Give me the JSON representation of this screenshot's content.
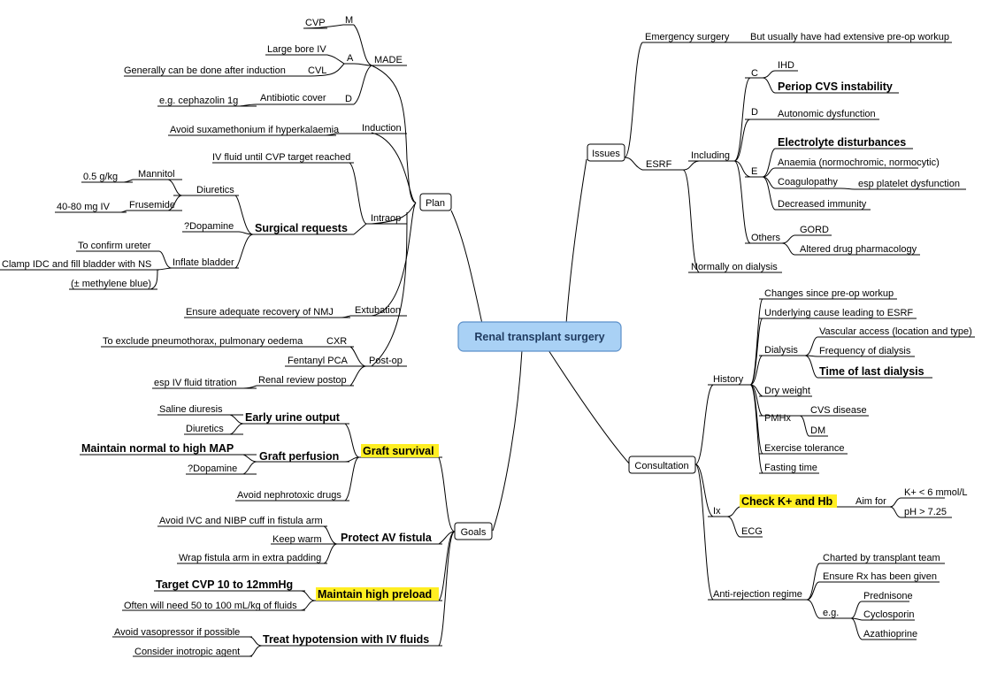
{
  "center": {
    "label": "Renal transplant surgery",
    "fill": "#a9d1f5",
    "stroke": "#5b8fc9"
  },
  "highlight_color": "#ffee22",
  "plan": {
    "label": "Plan",
    "made": {
      "label": "MADE",
      "m": {
        "letter": "M",
        "cvp": "CVP"
      },
      "a": {
        "letter": "A",
        "large_bore": "Large bore IV",
        "cvl": "CVL",
        "after_induction": "Generally can be done after induction"
      },
      "d": {
        "letter": "D",
        "antibiotic": "Antibiotic cover",
        "cephazolin": "e.g. cephazolin 1g"
      }
    },
    "induction": {
      "label": "Induction",
      "avoid_sux": "Avoid suxamethonium if hyperkalaemia"
    },
    "intraop": {
      "label": "Intraop",
      "iv_fluid": "IV fluid until CVP target reached",
      "surgical_requests": "Surgical requests",
      "diuretics": "Diuretics",
      "mannitol": "Mannitol",
      "mannitol_dose": "0.5 g/kg",
      "frusemide": "Frusemide",
      "frusemide_dose": "40-80 mg IV",
      "dopamine": "?Dopamine",
      "inflate_bladder": "Inflate bladder",
      "confirm_ureter": "To confirm ureter",
      "clamp_idc": "Clamp IDC and fill bladder with NS",
      "methylene": "(± methylene blue)"
    },
    "extubation": {
      "label": "Extubation",
      "nmj": "Ensure adequate recovery of NMJ"
    },
    "postop": {
      "label": "Post-op",
      "cxr": "CXR",
      "cxr_note": "To exclude pneumothorax, pulmonary oedema",
      "fentanyl": "Fentanyl PCA",
      "renal_review": "Renal review postop",
      "titration": "esp IV fluid titration"
    }
  },
  "goals": {
    "label": "Goals",
    "graft_survival": {
      "label": "Graft survival",
      "early_urine": "Early urine output",
      "saline": "Saline diuresis",
      "diuretics": "Diuretics",
      "perfusion": "Graft perfusion",
      "map": "Maintain normal to high MAP",
      "dopamine": "?Dopamine",
      "nephrotoxic": "Avoid nephrotoxic drugs"
    },
    "av_fistula": {
      "label": "Protect AV fistula",
      "avoid_ivc": "Avoid IVC and NIBP cuff in fistula arm",
      "warm": "Keep warm",
      "wrap": "Wrap fistula arm in extra padding"
    },
    "preload": {
      "label": "Maintain high preload",
      "cvp_target": "Target CVP 10 to 12mmHg",
      "fluids": "Often will need 50 to 100 mL/kg of fluids"
    },
    "hypotension": {
      "label": "Treat hypotension with IV fluids",
      "vasopressor": "Avoid vasopressor if possible",
      "inotropic": "Consider inotropic agent"
    }
  },
  "issues": {
    "label": "Issues",
    "emergency": "Emergency surgery",
    "emergency_note": "But usually have had extensive pre-op workup",
    "esrf": "ESRF",
    "including": "Including",
    "c": {
      "letter": "C",
      "ihd": "IHD",
      "periop_cvs": "Periop CVS instability"
    },
    "d": {
      "letter": "D",
      "autonomic": "Autonomic dysfunction"
    },
    "e": {
      "letter": "E",
      "electrolyte": "Electrolyte disturbances",
      "anaemia": "Anaemia (normochromic, normocytic)",
      "coagulopathy": "Coagulopathy",
      "platelet": "esp platelet dysfunction",
      "immunity": "Decreased immunity"
    },
    "others": {
      "label": "Others",
      "gord": "GORD",
      "pharmacology": "Altered drug pharmacology"
    },
    "dialysis": "Normally on dialysis"
  },
  "consultation": {
    "label": "Consultation",
    "history": {
      "label": "History",
      "changes": "Changes since pre-op workup",
      "cause": "Underlying cause leading to ESRF",
      "dialysis": "Dialysis",
      "vascular": "Vascular access (location and type)",
      "frequency": "Frequency of dialysis",
      "last": "Time of last dialysis",
      "dry_weight": "Dry weight",
      "pmhx": "PMHx",
      "cvs": "CVS disease",
      "dm": "DM",
      "exercise": "Exercise tolerance",
      "fasting": "Fasting time"
    },
    "ix": {
      "label": "Ix",
      "check": "Check K+ and Hb",
      "aim": "Aim for",
      "k": "K+ < 6 mmol/L",
      "ph": "pH > 7.25",
      "ecg": "ECG"
    },
    "anti_rejection": {
      "label": "Anti-rejection regime",
      "charted": "Charted by transplant team",
      "given": "Ensure Rx has been given",
      "eg": "e.g.",
      "prednisone": "Prednisone",
      "cyclosporin": "Cyclosporin",
      "azathioprine": "Azathioprine"
    }
  }
}
